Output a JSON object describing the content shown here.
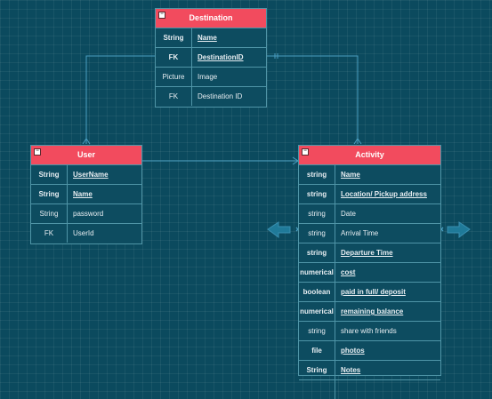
{
  "colors": {
    "header": "#f24b5e",
    "connector": "#4a9ec0",
    "background": "#0b4a5e"
  },
  "entities": {
    "destination": {
      "title": "Destination",
      "rows": [
        {
          "type": "String",
          "name": "Name",
          "primary": true
        },
        {
          "type": "FK",
          "name": "DestinationID",
          "primary": true
        },
        {
          "type": "Picture",
          "name": "Image",
          "primary": false
        },
        {
          "type": "FK",
          "name": "Destination ID",
          "primary": false
        }
      ]
    },
    "user": {
      "title": "User",
      "rows": [
        {
          "type": "String",
          "name": "UserName",
          "primary": true
        },
        {
          "type": "String",
          "name": "Name",
          "primary": true
        },
        {
          "type": "String",
          "name": "password",
          "primary": false
        },
        {
          "type": "FK",
          "name": "UserId",
          "primary": false
        }
      ]
    },
    "activity": {
      "title": "Activity",
      "rows": [
        {
          "type": "string",
          "name": "Name",
          "primary": true
        },
        {
          "type": "string",
          "name": "Location/ Pickup address",
          "primary": true
        },
        {
          "type": "string",
          "name": "Date",
          "primary": false
        },
        {
          "type": "string",
          "name": "Arrival Time",
          "primary": false
        },
        {
          "type": "string",
          "name": "Departure Time",
          "primary": true
        },
        {
          "type": "numerical",
          "name": "cost",
          "primary": true
        },
        {
          "type": "boolean",
          "name": "paid in full/ deposit",
          "primary": true
        },
        {
          "type": "numerical",
          "name": "remaining balance",
          "primary": true
        },
        {
          "type": "string",
          "name": "share with friends",
          "primary": false
        },
        {
          "type": "file",
          "name": "photos",
          "primary": true
        },
        {
          "type": "String",
          "name": "Notes",
          "primary": true
        },
        {
          "type": "",
          "name": "",
          "primary": false
        }
      ]
    }
  }
}
